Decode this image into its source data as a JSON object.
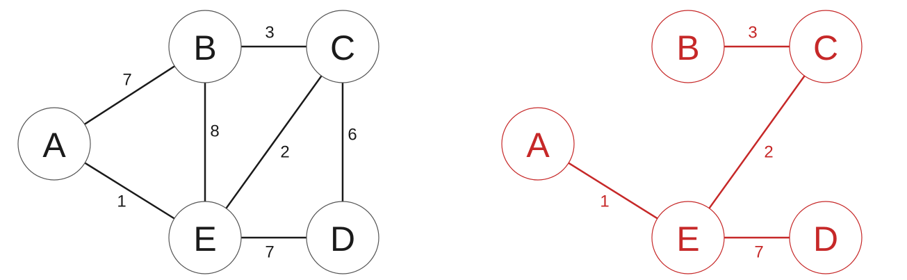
{
  "graphs": [
    {
      "id": "full-graph",
      "color": "#1a1a1a",
      "node_stroke": "#555555",
      "nodes": [
        {
          "id": "A",
          "label": "A"
        },
        {
          "id": "B",
          "label": "B"
        },
        {
          "id": "C",
          "label": "C"
        },
        {
          "id": "D",
          "label": "D"
        },
        {
          "id": "E",
          "label": "E"
        }
      ],
      "edges": [
        {
          "from": "A",
          "to": "B",
          "weight": "7"
        },
        {
          "from": "A",
          "to": "E",
          "weight": "1"
        },
        {
          "from": "B",
          "to": "C",
          "weight": "3"
        },
        {
          "from": "B",
          "to": "E",
          "weight": "8"
        },
        {
          "from": "C",
          "to": "E",
          "weight": "2"
        },
        {
          "from": "C",
          "to": "D",
          "weight": "6"
        },
        {
          "from": "E",
          "to": "D",
          "weight": "7"
        }
      ]
    },
    {
      "id": "spanning-tree",
      "color": "#c62828",
      "node_stroke": "#c62828",
      "nodes": [
        {
          "id": "A",
          "label": "A"
        },
        {
          "id": "B",
          "label": "B"
        },
        {
          "id": "C",
          "label": "C"
        },
        {
          "id": "D",
          "label": "D"
        },
        {
          "id": "E",
          "label": "E"
        }
      ],
      "edges": [
        {
          "from": "A",
          "to": "E",
          "weight": "1"
        },
        {
          "from": "B",
          "to": "C",
          "weight": "3"
        },
        {
          "from": "C",
          "to": "E",
          "weight": "2"
        },
        {
          "from": "E",
          "to": "D",
          "weight": "7"
        }
      ]
    }
  ]
}
